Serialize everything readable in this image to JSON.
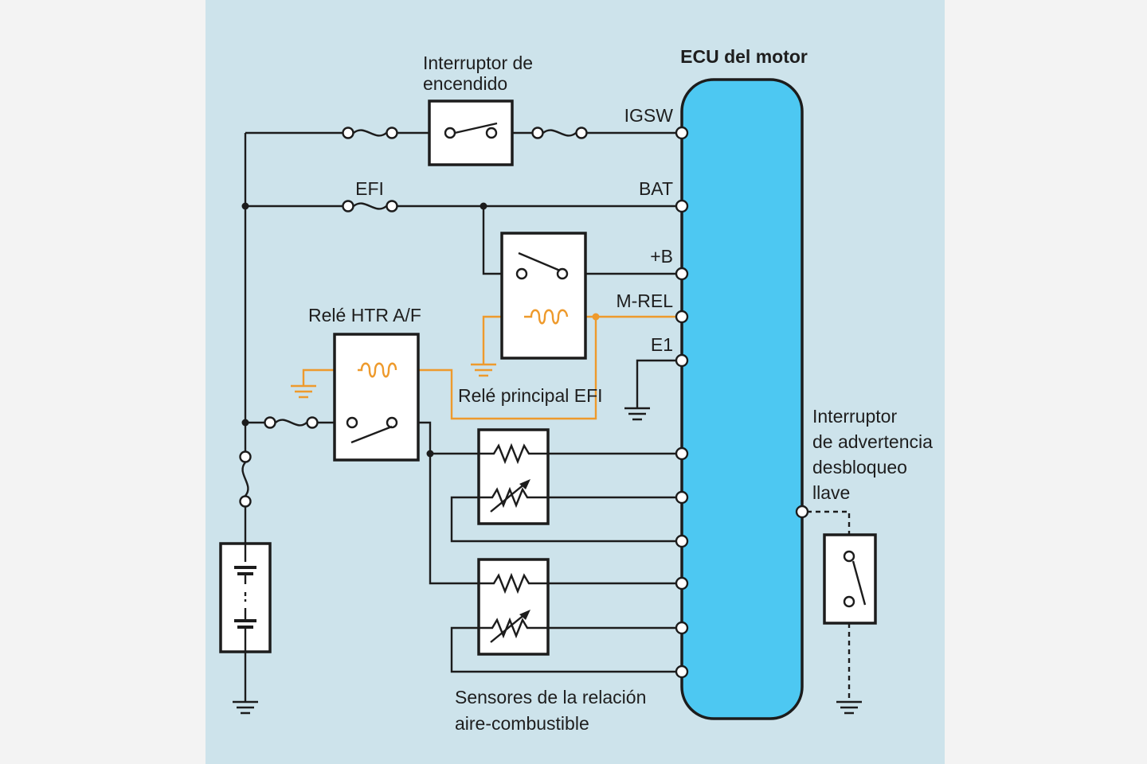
{
  "diagram": {
    "title": "ECU del motor",
    "colors": {
      "panel_background": "#cde3eb",
      "ecu_fill": "#4dc8f2",
      "wire": "#1c1c1c",
      "coil_circuit": "#ee9a2c",
      "page_margin": "#f3f3f3"
    },
    "labels": {
      "ignition_switch_line1": "Interruptor de",
      "ignition_switch_line2": "encendido",
      "efi_fuse": "EFI",
      "htr_relay": "Relé HTR A/F",
      "efi_main_relay": "Relé principal EFI",
      "sensors_line1": "Sensores de la relación",
      "sensors_line2": "aire-combustible",
      "warning_switch_line1": "Interruptor",
      "warning_switch_line2": "de advertencia",
      "warning_switch_line3": "desbloqueo",
      "warning_switch_line4": "llave"
    },
    "ecu_pins": {
      "igsw": "IGSW",
      "bat": "BAT",
      "plus_b": "+B",
      "m_rel": "M-REL",
      "e1": "E1"
    },
    "icons": {
      "fuse": "fuse-symbol",
      "relay_switch": "relay-contact-symbol",
      "relay_coil": "coil-symbol",
      "ground": "ground-symbol",
      "battery": "battery-symbol",
      "heater": "resistor-symbol",
      "sensor": "variable-resistor-symbol"
    }
  }
}
